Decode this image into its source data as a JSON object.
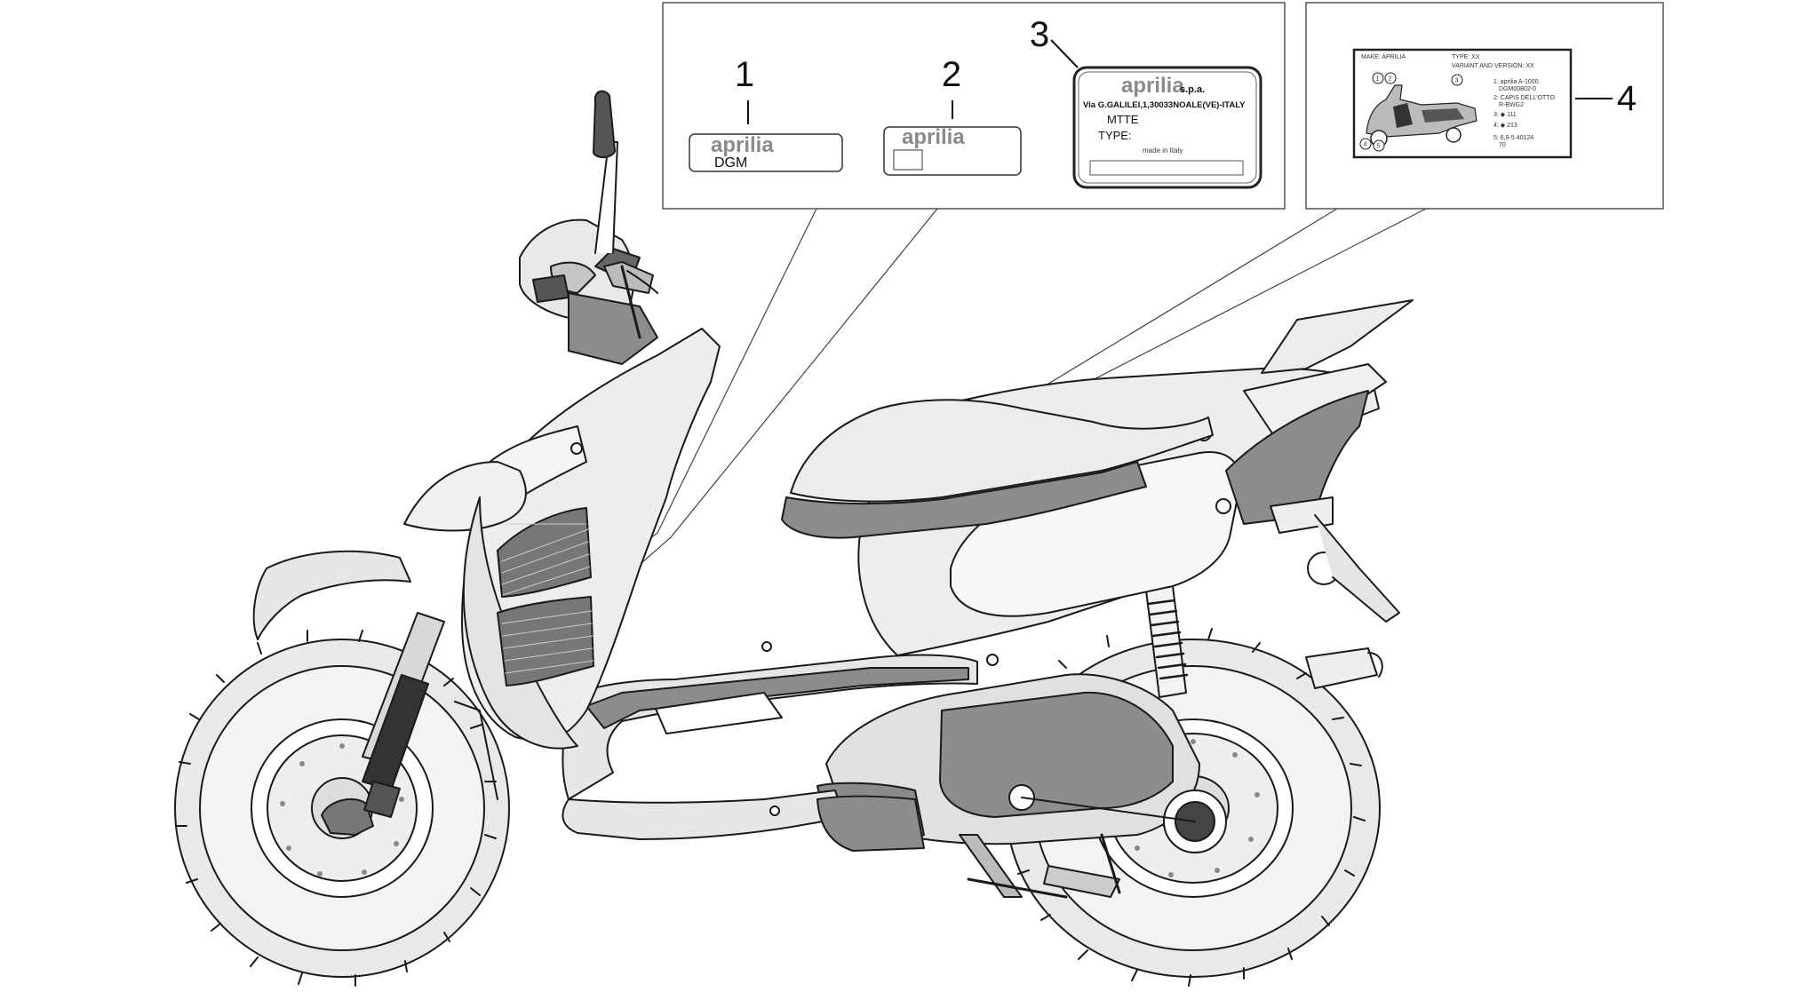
{
  "callouts": {
    "c1": "1",
    "c2": "2",
    "c3": "3",
    "c4": "4"
  },
  "label1": {
    "brand": "aprilia",
    "model": "DGM"
  },
  "label2": {
    "brand": "aprilia"
  },
  "label3": {
    "brand": "aprilia",
    "suffix": "s.p.a.",
    "address": "Via G.GALILEI,1,30033NOALE(VE)-ITALY",
    "mtte": "MTTE",
    "type": "TYPE:",
    "made": "made in Italy"
  },
  "label4": {
    "header1": "MAKE: APRILIA",
    "header2": "TYPE: XX",
    "header3": "VARIANT AND VERSION: XX",
    "line1": "1: aprilia A-1000",
    "line2": "DGM00802-0",
    "line3": "2: CAPIS DELL'OTTO",
    "line4": "R-BWG2",
    "line5": "3: ◆ 111",
    "line6": "4: ◆ 213",
    "line7": "5: 6,9-5 40124",
    "line8": "70",
    "markers": [
      "1",
      "2",
      "3",
      "4",
      "5"
    ]
  },
  "colors": {
    "line": "#1a1a1a",
    "body_fill": "#ececec",
    "dark_fill": "#8c8c8c",
    "mid_fill": "#bdbdbd",
    "tire_fill": "#e6e6e6"
  }
}
